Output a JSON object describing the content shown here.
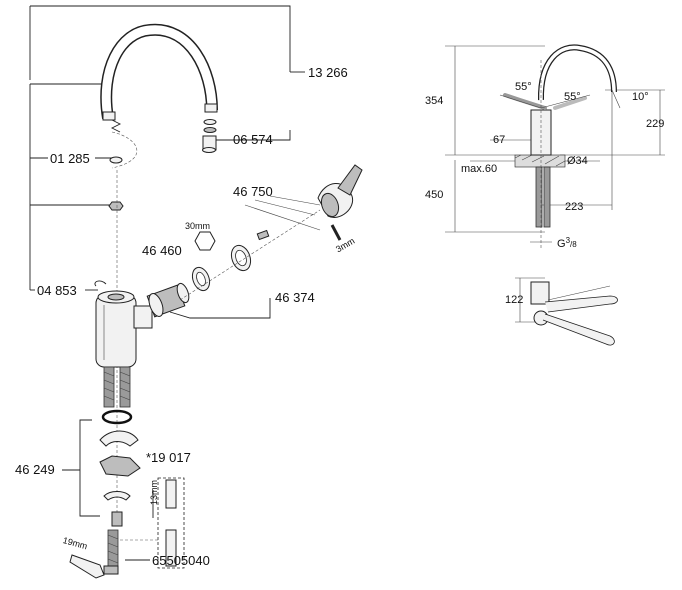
{
  "parts": {
    "spout": "13 266",
    "aerator": "06 574",
    "oring_spout": "01 285",
    "clip": "04 853",
    "handle": "46 750",
    "cartridge_wrench": "30mm",
    "cartridge_nut": "46 460",
    "cartridge": "46 374",
    "allen_key": "3mm",
    "mounting_kit": "46 249",
    "extension": "*19 017",
    "extension_size": "13mm",
    "hose_wrench": "19mm",
    "hoses": "65505040"
  },
  "dimensions": {
    "height": "354",
    "below_deck": "450",
    "aerator_height": "229",
    "reach": "223",
    "deck_thickness": "max.60",
    "hole_diameter": "Ø34",
    "spout_offset": "67",
    "angle_left": "55°",
    "angle_right": "55°",
    "angle_tilt": "10°",
    "connection_g": "G",
    "connection_sup": "3",
    "connection_sub": "/8",
    "lever_height": "122"
  }
}
